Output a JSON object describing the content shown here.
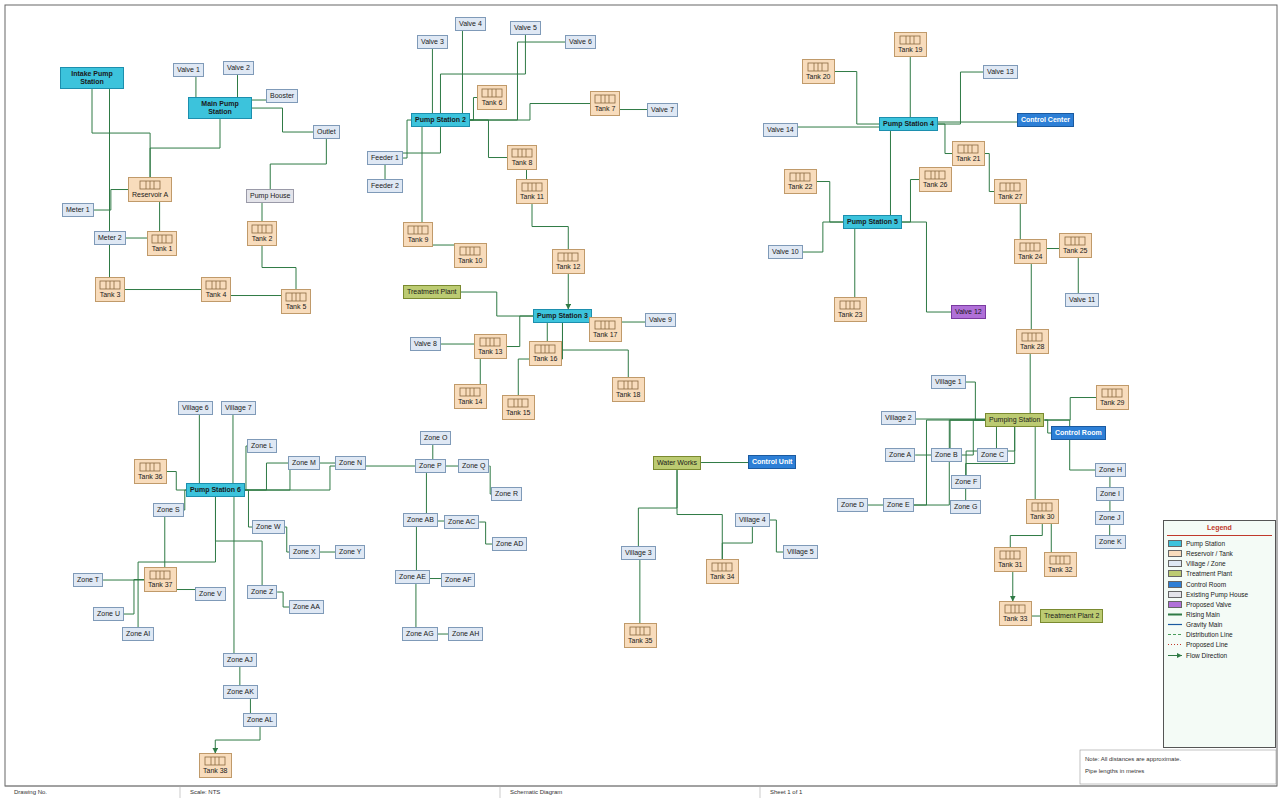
{
  "diagram": {
    "nodes": [
      {
        "text": [
          "Intake Pump Station"
        ]
      },
      {
        "text": [
          "Main Pump Station"
        ]
      },
      {
        "text": [
          "Valve 1"
        ]
      },
      {
        "text": [
          "Valve 2"
        ]
      },
      {
        "text": [
          "Booster"
        ]
      },
      {
        "text": [
          "Outlet"
        ]
      },
      {
        "text": [
          "Reservoir A"
        ]
      },
      {
        "text": [
          "Pump House"
        ]
      },
      {
        "text": [
          "Meter 1"
        ]
      },
      {
        "text": [
          "Meter 2"
        ]
      },
      {
        "text": [
          "Tank 1"
        ]
      },
      {
        "text": [
          "Tank 2"
        ]
      },
      {
        "text": [
          "Tank 3"
        ]
      },
      {
        "text": [
          "Tank 4"
        ]
      },
      {
        "text": [
          "Tank 5"
        ]
      },
      {
        "text": [
          "Pump Station 2"
        ]
      },
      {
        "text": [
          "Valve 3"
        ]
      },
      {
        "text": [
          "Valve 4"
        ]
      },
      {
        "text": [
          "Valve 5"
        ]
      },
      {
        "text": [
          "Valve 6"
        ]
      },
      {
        "text": [
          "Tank 6"
        ]
      },
      {
        "text": [
          "Tank 7"
        ]
      },
      {
        "text": [
          "Valve 7"
        ]
      },
      {
        "text": [
          "Tank 8"
        ]
      },
      {
        "text": [
          "Feeder 1"
        ]
      },
      {
        "text": [
          "Feeder 2"
        ]
      },
      {
        "text": [
          "Tank 9"
        ]
      },
      {
        "text": [
          "Tank 10"
        ]
      },
      {
        "text": [
          "Tank 11"
        ]
      },
      {
        "text": [
          "Treatment Plant"
        ]
      },
      {
        "text": [
          "Pump Station 3"
        ]
      },
      {
        "text": [
          "Tank 12"
        ]
      },
      {
        "text": [
          "Tank 13"
        ]
      },
      {
        "text": [
          "Tank 14"
        ]
      },
      {
        "text": [
          "Tank 15"
        ]
      },
      {
        "text": [
          "Tank 16"
        ]
      },
      {
        "text": [
          "Tank 17"
        ]
      },
      {
        "text": [
          "Tank 18"
        ]
      },
      {
        "text": [
          "Valve 8"
        ]
      },
      {
        "text": [
          "Valve 9"
        ]
      },
      {
        "text": [
          "Pump Station 4"
        ]
      },
      {
        "text": [
          "Control Center"
        ]
      },
      {
        "text": [
          "Pump Station 5"
        ]
      },
      {
        "text": [
          "Tank 19"
        ]
      },
      {
        "text": [
          "Tank 20"
        ]
      },
      {
        "text": [
          "Tank 21"
        ]
      },
      {
        "text": [
          "Tank 22"
        ]
      },
      {
        "text": [
          "Tank 23"
        ]
      },
      {
        "text": [
          "Tank 24"
        ]
      },
      {
        "text": [
          "Tank 25"
        ]
      },
      {
        "text": [
          "Tank 26"
        ]
      },
      {
        "text": [
          "Valve 10"
        ]
      },
      {
        "text": [
          "Valve 11"
        ]
      },
      {
        "text": [
          "Valve 12"
        ]
      },
      {
        "text": [
          "Tank 27"
        ]
      },
      {
        "text": [
          "Valve 13"
        ]
      },
      {
        "text": [
          "Valve 14"
        ]
      },
      {
        "text": [
          "Tank 28"
        ]
      },
      {
        "text": [
          "Pumping Station"
        ]
      },
      {
        "text": [
          "Control Room"
        ]
      },
      {
        "text": [
          "Tank 29"
        ]
      },
      {
        "text": [
          "Village 1"
        ]
      },
      {
        "text": [
          "Village 2"
        ]
      },
      {
        "text": [
          "Zone A"
        ]
      },
      {
        "text": [
          "Zone B"
        ]
      },
      {
        "text": [
          "Zone C"
        ]
      },
      {
        "text": [
          "Zone D"
        ]
      },
      {
        "text": [
          "Zone E"
        ]
      },
      {
        "text": [
          "Zone F"
        ]
      },
      {
        "text": [
          "Zone G"
        ]
      },
      {
        "text": [
          "Tank 30"
        ]
      },
      {
        "text": [
          "Tank 31"
        ]
      },
      {
        "text": [
          "Tank 32"
        ]
      },
      {
        "text": [
          "Tank 33"
        ]
      },
      {
        "text": [
          "Treatment Plant 2"
        ]
      },
      {
        "text": [
          "Zone H"
        ]
      },
      {
        "text": [
          "Zone I"
        ]
      },
      {
        "text": [
          "Zone J"
        ]
      },
      {
        "text": [
          "Zone K"
        ]
      },
      {
        "text": [
          "Water Works"
        ]
      },
      {
        "text": [
          "Control Unit"
        ]
      },
      {
        "text": [
          "Village 3"
        ]
      },
      {
        "text": [
          "Village 4"
        ]
      },
      {
        "text": [
          "Village 5"
        ]
      },
      {
        "text": [
          "Tank 34"
        ]
      },
      {
        "text": [
          "Tank 35"
        ]
      },
      {
        "text": [
          "Pump Station 6"
        ]
      },
      {
        "text": [
          "Village 6"
        ]
      },
      {
        "text": [
          "Village 7"
        ]
      },
      {
        "text": [
          "Tank 36"
        ]
      },
      {
        "text": [
          "Zone L"
        ]
      },
      {
        "text": [
          "Zone M"
        ]
      },
      {
        "text": [
          "Zone N"
        ]
      },
      {
        "text": [
          "Zone O"
        ]
      },
      {
        "text": [
          "Zone P"
        ]
      },
      {
        "text": [
          "Zone Q"
        ]
      },
      {
        "text": [
          "Zone R"
        ]
      },
      {
        "text": [
          "Zone S"
        ]
      },
      {
        "text": [
          "Tank 37"
        ]
      },
      {
        "text": [
          "Zone T"
        ]
      },
      {
        "text": [
          "Zone U"
        ]
      },
      {
        "text": [
          "Zone V"
        ]
      },
      {
        "text": [
          "Zone W"
        ]
      },
      {
        "text": [
          "Zone X"
        ]
      },
      {
        "text": [
          "Zone Y"
        ]
      },
      {
        "text": [
          "Zone Z"
        ]
      },
      {
        "text": [
          "Zone AA"
        ]
      },
      {
        "text": [
          "Zone AB"
        ]
      },
      {
        "text": [
          "Zone AC"
        ]
      },
      {
        "text": [
          "Zone AD"
        ]
      },
      {
        "text": [
          "Zone AE"
        ]
      },
      {
        "text": [
          "Zone AF"
        ]
      },
      {
        "text": [
          "Zone AG"
        ]
      },
      {
        "text": [
          "Zone AH"
        ]
      },
      {
        "text": [
          "Zone AI"
        ]
      },
      {
        "text": [
          "Zone AJ"
        ]
      },
      {
        "text": [
          "Zone AK"
        ]
      },
      {
        "text": [
          "Zone AL"
        ]
      },
      {
        "text": [
          "Tank 38"
        ]
      }
    ],
    "edges": [
      {
        "from": 0,
        "to": 6,
        "arrow": "none"
      },
      {
        "from": 1,
        "to": 6,
        "arrow": "none"
      },
      {
        "from": 1,
        "to": 2,
        "arrow": "none"
      },
      {
        "from": 1,
        "to": 3,
        "arrow": "none"
      },
      {
        "from": 1,
        "to": 4,
        "arrow": "none"
      },
      {
        "from": 1,
        "to": 5,
        "arrow": "none"
      },
      {
        "from": 6,
        "to": 8,
        "arrow": "none"
      },
      {
        "from": 6,
        "to": 10,
        "arrow": "none"
      },
      {
        "from": 10,
        "to": 9,
        "arrow": "none"
      },
      {
        "from": 0,
        "to": 12,
        "arrow": "none"
      },
      {
        "from": 12,
        "to": 13,
        "arrow": "none"
      },
      {
        "from": 13,
        "to": 14,
        "arrow": "none"
      },
      {
        "from": 11,
        "to": 14,
        "arrow": "none"
      },
      {
        "from": 7,
        "to": 11,
        "arrow": "none"
      },
      {
        "from": 5,
        "to": 7,
        "arrow": "none"
      },
      {
        "from": 15,
        "to": 16,
        "arrow": "none"
      },
      {
        "from": 15,
        "to": 17,
        "arrow": "none"
      },
      {
        "from": 15,
        "to": 18,
        "arrow": "none"
      },
      {
        "from": 15,
        "to": 19,
        "arrow": "none"
      },
      {
        "from": 15,
        "to": 20,
        "arrow": "none"
      },
      {
        "from": 15,
        "to": 21,
        "arrow": "none"
      },
      {
        "from": 21,
        "to": 22,
        "arrow": "none"
      },
      {
        "from": 15,
        "to": 23,
        "arrow": "none"
      },
      {
        "from": 15,
        "to": 24,
        "arrow": "none"
      },
      {
        "from": 15,
        "to": 25,
        "arrow": "none"
      },
      {
        "from": 15,
        "to": 26,
        "arrow": "none"
      },
      {
        "from": 26,
        "to": 27,
        "arrow": "none"
      },
      {
        "from": 23,
        "to": 28,
        "arrow": "none"
      },
      {
        "from": 28,
        "to": 31,
        "arrow": "none"
      },
      {
        "from": 31,
        "to": 30,
        "arrow": "to"
      },
      {
        "from": 29,
        "to": 30,
        "arrow": "none"
      },
      {
        "from": 30,
        "to": 32,
        "arrow": "none"
      },
      {
        "from": 32,
        "to": 38,
        "arrow": "none"
      },
      {
        "from": 32,
        "to": 33,
        "arrow": "none"
      },
      {
        "from": 30,
        "to": 34,
        "arrow": "none"
      },
      {
        "from": 30,
        "to": 35,
        "arrow": "none"
      },
      {
        "from": 30,
        "to": 36,
        "arrow": "none"
      },
      {
        "from": 36,
        "to": 39,
        "arrow": "none"
      },
      {
        "from": 30,
        "to": 37,
        "arrow": "none"
      },
      {
        "from": 40,
        "to": 41,
        "arrow": "none"
      },
      {
        "from": 40,
        "to": 43,
        "arrow": "none"
      },
      {
        "from": 40,
        "to": 44,
        "arrow": "none"
      },
      {
        "from": 40,
        "to": 45,
        "arrow": "none"
      },
      {
        "from": 40,
        "to": 56,
        "arrow": "none"
      },
      {
        "from": 40,
        "to": 42,
        "arrow": "none"
      },
      {
        "from": 42,
        "to": 46,
        "arrow": "none"
      },
      {
        "from": 42,
        "to": 50,
        "arrow": "none"
      },
      {
        "from": 42,
        "to": 47,
        "arrow": "none"
      },
      {
        "from": 42,
        "to": 51,
        "arrow": "none"
      },
      {
        "from": 42,
        "to": 53,
        "arrow": "none"
      },
      {
        "from": 45,
        "to": 54,
        "arrow": "none"
      },
      {
        "from": 54,
        "to": 48,
        "arrow": "none"
      },
      {
        "from": 48,
        "to": 49,
        "arrow": "none"
      },
      {
        "from": 49,
        "to": 52,
        "arrow": "none"
      },
      {
        "from": 40,
        "to": 55,
        "arrow": "none"
      },
      {
        "from": 48,
        "to": 57,
        "arrow": "none"
      },
      {
        "from": 57,
        "to": 58,
        "arrow": "none"
      },
      {
        "from": 58,
        "to": 59,
        "arrow": "none"
      },
      {
        "from": 58,
        "to": 60,
        "arrow": "none"
      },
      {
        "from": 58,
        "to": 61,
        "arrow": "none"
      },
      {
        "from": 58,
        "to": 62,
        "arrow": "none"
      },
      {
        "from": 58,
        "to": 63,
        "arrow": "none"
      },
      {
        "from": 58,
        "to": 64,
        "arrow": "none"
      },
      {
        "from": 58,
        "to": 65,
        "arrow": "none"
      },
      {
        "from": 58,
        "to": 66,
        "arrow": "none"
      },
      {
        "from": 58,
        "to": 67,
        "arrow": "none"
      },
      {
        "from": 58,
        "to": 68,
        "arrow": "none"
      },
      {
        "from": 58,
        "to": 69,
        "arrow": "none"
      },
      {
        "from": 58,
        "to": 70,
        "arrow": "none"
      },
      {
        "from": 70,
        "to": 71,
        "arrow": "none"
      },
      {
        "from": 70,
        "to": 72,
        "arrow": "none"
      },
      {
        "from": 71,
        "to": 73,
        "arrow": "to"
      },
      {
        "from": 73,
        "to": 74,
        "arrow": "none"
      },
      {
        "from": 58,
        "to": 75,
        "arrow": "none"
      },
      {
        "from": 75,
        "to": 76,
        "arrow": "none"
      },
      {
        "from": 76,
        "to": 77,
        "arrow": "none"
      },
      {
        "from": 77,
        "to": 78,
        "arrow": "none"
      },
      {
        "from": 79,
        "to": 80,
        "arrow": "none"
      },
      {
        "from": 79,
        "to": 81,
        "arrow": "none"
      },
      {
        "from": 79,
        "to": 84,
        "arrow": "none"
      },
      {
        "from": 84,
        "to": 82,
        "arrow": "none"
      },
      {
        "from": 82,
        "to": 83,
        "arrow": "none"
      },
      {
        "from": 81,
        "to": 85,
        "arrow": "none"
      },
      {
        "from": 86,
        "to": 87,
        "arrow": "none"
      },
      {
        "from": 86,
        "to": 88,
        "arrow": "none"
      },
      {
        "from": 86,
        "to": 89,
        "arrow": "none"
      },
      {
        "from": 86,
        "to": 90,
        "arrow": "none"
      },
      {
        "from": 86,
        "to": 91,
        "arrow": "none"
      },
      {
        "from": 86,
        "to": 92,
        "arrow": "none"
      },
      {
        "from": 86,
        "to": 94,
        "arrow": "none"
      },
      {
        "from": 94,
        "to": 93,
        "arrow": "none"
      },
      {
        "from": 94,
        "to": 95,
        "arrow": "none"
      },
      {
        "from": 95,
        "to": 96,
        "arrow": "none"
      },
      {
        "from": 86,
        "to": 97,
        "arrow": "none"
      },
      {
        "from": 97,
        "to": 98,
        "arrow": "none"
      },
      {
        "from": 98,
        "to": 99,
        "arrow": "none"
      },
      {
        "from": 98,
        "to": 100,
        "arrow": "none"
      },
      {
        "from": 98,
        "to": 101,
        "arrow": "none"
      },
      {
        "from": 86,
        "to": 102,
        "arrow": "none"
      },
      {
        "from": 102,
        "to": 103,
        "arrow": "none"
      },
      {
        "from": 103,
        "to": 104,
        "arrow": "none"
      },
      {
        "from": 86,
        "to": 105,
        "arrow": "none"
      },
      {
        "from": 105,
        "to": 106,
        "arrow": "none"
      },
      {
        "from": 94,
        "to": 107,
        "arrow": "none"
      },
      {
        "from": 107,
        "to": 108,
        "arrow": "none"
      },
      {
        "from": 108,
        "to": 109,
        "arrow": "none"
      },
      {
        "from": 107,
        "to": 110,
        "arrow": "none"
      },
      {
        "from": 110,
        "to": 111,
        "arrow": "none"
      },
      {
        "from": 110,
        "to": 112,
        "arrow": "none"
      },
      {
        "from": 112,
        "to": 113,
        "arrow": "none"
      },
      {
        "from": 86,
        "to": 114,
        "arrow": "none"
      },
      {
        "from": 86,
        "to": 115,
        "arrow": "none"
      },
      {
        "from": 115,
        "to": 116,
        "arrow": "none"
      },
      {
        "from": 116,
        "to": 117,
        "arrow": "none"
      },
      {
        "from": 117,
        "to": 118,
        "arrow": "to"
      }
    ],
    "labels": [
      "Legend",
      "Drawing No.",
      "Scale: NTS",
      "Schematic Diagram",
      "Sheet 1 of 1",
      "Note: All distances are approximate.",
      "Pipe lengths in metres"
    ],
    "legend": [
      {
        "text": "Pump Station",
        "color": "#3cc3dc"
      },
      {
        "text": "Reservoir / Tank",
        "color": "#f8dcbc"
      },
      {
        "text": "Village / Zone",
        "color": "#dfe8f4"
      },
      {
        "text": "Treatment Plant",
        "color": "#bccb72"
      },
      {
        "text": "Control Room",
        "color": "#2d7fd6"
      },
      {
        "text": "Existing Pump House",
        "color": "#e4e4ea"
      },
      {
        "text": "Proposed Valve",
        "color": "#b070d8"
      },
      {
        "text": "Rising Main"
      },
      {
        "text": "Gravity Main"
      },
      {
        "text": "Distribution Line"
      },
      {
        "text": "Proposed Line"
      },
      {
        "text": "Flow Direction"
      }
    ]
  }
}
